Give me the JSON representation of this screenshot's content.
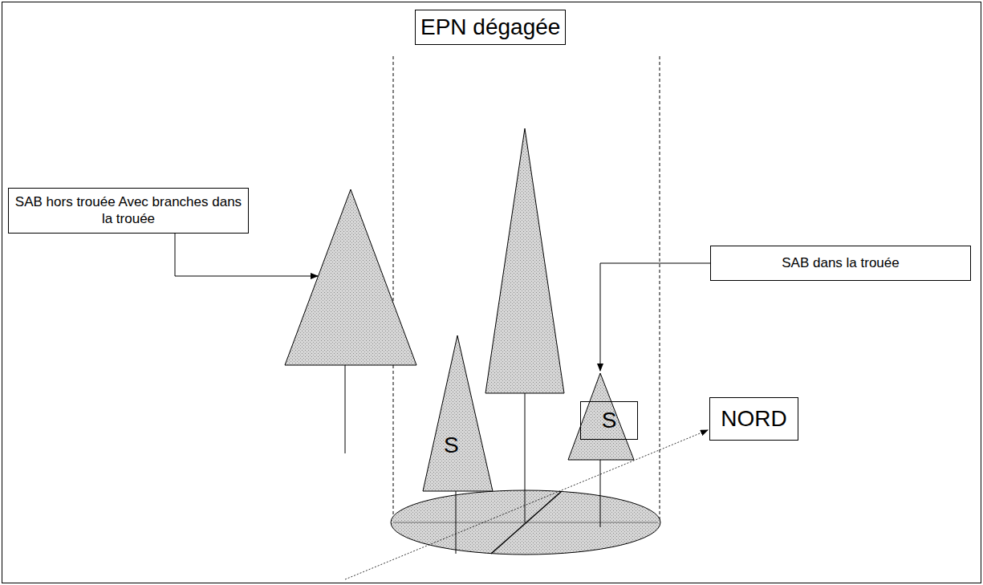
{
  "diagram": {
    "nodes": [
      {
        "text": [
          "EPN dégagée"
        ]
      },
      {
        "text": [
          "SAB hors trouée Avec branches dans la trouée"
        ]
      },
      {
        "text": [
          "SAB dans la trouée"
        ]
      },
      {
        "text": [
          "S"
        ]
      },
      {
        "text": [
          "NORD"
        ]
      }
    ],
    "labels": [
      "S"
    ]
  }
}
